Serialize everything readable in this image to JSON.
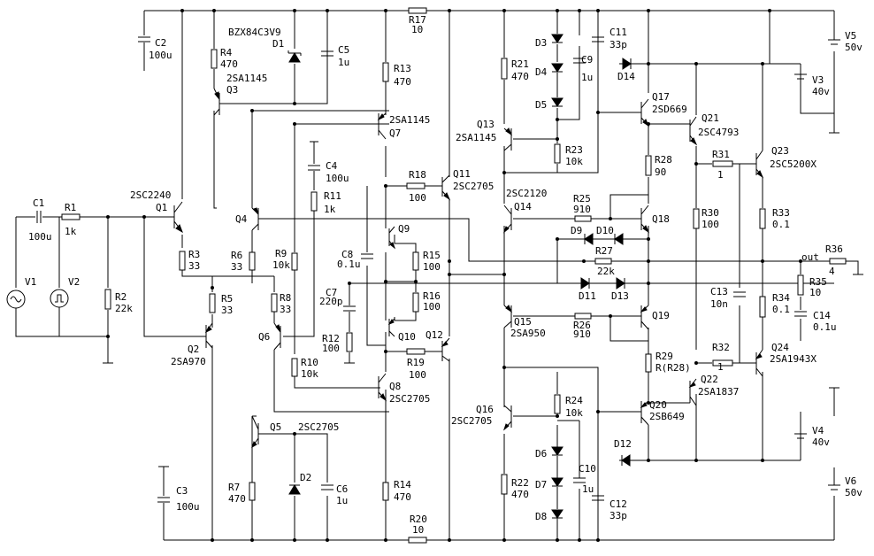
{
  "components": {
    "C1": {
      "name": "C1",
      "value": "100u"
    },
    "R1": {
      "name": "R1",
      "value": "1k"
    },
    "R2": {
      "name": "R2",
      "value": "22k"
    },
    "V1": {
      "name": "V1"
    },
    "V2": {
      "name": "V2"
    },
    "C2": {
      "name": "C2",
      "value": "100u"
    },
    "C3": {
      "name": "C3",
      "value": "100u"
    },
    "Q1": {
      "name": "Q1",
      "part": "2SC2240"
    },
    "Q2": {
      "name": "Q2",
      "part": "2SA970"
    },
    "R3": {
      "name": "R3",
      "value": "33"
    },
    "R4": {
      "name": "R4",
      "value": "470"
    },
    "Q3": {
      "name": "Q3",
      "part": "2SA1145"
    },
    "D1": {
      "name": "D1",
      "part": "BZX84C3V9"
    },
    "C5": {
      "name": "C5",
      "value": "1u"
    },
    "R5": {
      "name": "R5",
      "value": "33"
    },
    "R6": {
      "name": "R6",
      "value": "33"
    },
    "Q4": {
      "name": "Q4"
    },
    "R7": {
      "name": "R7",
      "value": "470"
    },
    "Q5": {
      "name": "Q5",
      "part": "2SC2705"
    },
    "D2": {
      "name": "D2"
    },
    "C6": {
      "name": "C6",
      "value": "1u"
    },
    "R8": {
      "name": "R8",
      "value": "33"
    },
    "Q6": {
      "name": "Q6"
    },
    "R9": {
      "name": "R9",
      "value": "10k"
    },
    "R10": {
      "name": "R10",
      "value": "10k"
    },
    "C4": {
      "name": "C4",
      "value": "100u"
    },
    "R11": {
      "name": "R11",
      "value": "1k"
    },
    "Q7": {
      "name": "Q7",
      "part": "2SA1145"
    },
    "Q8": {
      "name": "Q8",
      "part": "2SC2705"
    },
    "R13": {
      "name": "R13",
      "value": "470"
    },
    "R14": {
      "name": "R14",
      "value": "470"
    },
    "R17": {
      "name": "R17",
      "value": "10"
    },
    "R20": {
      "name": "R20",
      "value": "10"
    },
    "C7": {
      "name": "C7",
      "value": "220p"
    },
    "C8": {
      "name": "C8",
      "value": "0.1u"
    },
    "R12": {
      "name": "R12",
      "value": "100"
    },
    "Q9": {
      "name": "Q9"
    },
    "Q10": {
      "name": "Q10"
    },
    "R15": {
      "name": "R15",
      "value": "100"
    },
    "R16": {
      "name": "R16",
      "value": "100"
    },
    "R18": {
      "name": "R18",
      "value": "100"
    },
    "R19": {
      "name": "R19",
      "value": "100"
    },
    "Q11": {
      "name": "Q11",
      "part": "2SC2705"
    },
    "Q12": {
      "name": "Q12"
    },
    "R21": {
      "name": "R21",
      "value": "470"
    },
    "R22": {
      "name": "R22",
      "value": "470"
    },
    "Q13": {
      "name": "Q13",
      "part": "2SA1145"
    },
    "Q14": {
      "name": "Q14",
      "part": "2SC2120"
    },
    "Q15": {
      "name": "Q15",
      "part": "2SA950"
    },
    "Q16": {
      "name": "Q16",
      "part": "2SC2705"
    },
    "D3": {
      "name": "D3"
    },
    "D4": {
      "name": "D4"
    },
    "D5": {
      "name": "D5"
    },
    "D6": {
      "name": "D6"
    },
    "D7": {
      "name": "D7"
    },
    "D8": {
      "name": "D8"
    },
    "C9": {
      "name": "C9",
      "value": "1u"
    },
    "C10": {
      "name": "C10",
      "value": "1u"
    },
    "C11": {
      "name": "C11",
      "value": "33p"
    },
    "C12": {
      "name": "C12",
      "value": "33p"
    },
    "R23": {
      "name": "R23",
      "value": "10k"
    },
    "R24": {
      "name": "R24",
      "value": "10k"
    },
    "R25": {
      "name": "R25",
      "value": "910"
    },
    "R26": {
      "name": "R26",
      "value": "910"
    },
    "R27": {
      "name": "R27",
      "value": "22k"
    },
    "D9": {
      "name": "D9"
    },
    "D10": {
      "name": "D10"
    },
    "D11": {
      "name": "D11"
    },
    "D13": {
      "name": "D13"
    },
    "D14": {
      "name": "D14"
    },
    "D12": {
      "name": "D12"
    },
    "Q17": {
      "name": "Q17",
      "part": "2SD669"
    },
    "Q18": {
      "name": "Q18"
    },
    "Q19": {
      "name": "Q19"
    },
    "Q20": {
      "name": "Q20",
      "part": "2SB649"
    },
    "R28": {
      "name": "R28",
      "value": "90"
    },
    "R29": {
      "name": "R29",
      "value": "R(R28)"
    },
    "R30": {
      "name": "R30",
      "value": "100"
    },
    "Q21": {
      "name": "Q21",
      "part": "2SC4793"
    },
    "Q22": {
      "name": "Q22",
      "part": "2SA1837"
    },
    "R31": {
      "name": "R31",
      "value": "1"
    },
    "R32": {
      "name": "R32",
      "value": "1"
    },
    "C13": {
      "name": "C13",
      "value": "10n"
    },
    "Q23": {
      "name": "Q23",
      "part": "2SC5200X"
    },
    "Q24": {
      "name": "Q24",
      "part": "2SA1943X"
    },
    "R33": {
      "name": "R33",
      "value": "0.1"
    },
    "R34": {
      "name": "R34",
      "value": "0.1"
    },
    "R35": {
      "name": "R35",
      "value": "10"
    },
    "C14": {
      "name": "C14",
      "value": "0.1u"
    },
    "R36": {
      "name": "R36",
      "value": "4"
    },
    "V3": {
      "name": "V3",
      "value": "40v"
    },
    "V4": {
      "name": "V4",
      "value": "40v"
    },
    "V5": {
      "name": "V5",
      "value": "50v"
    },
    "V6": {
      "name": "V6",
      "value": "50v"
    }
  },
  "labels": {
    "out": "out"
  }
}
